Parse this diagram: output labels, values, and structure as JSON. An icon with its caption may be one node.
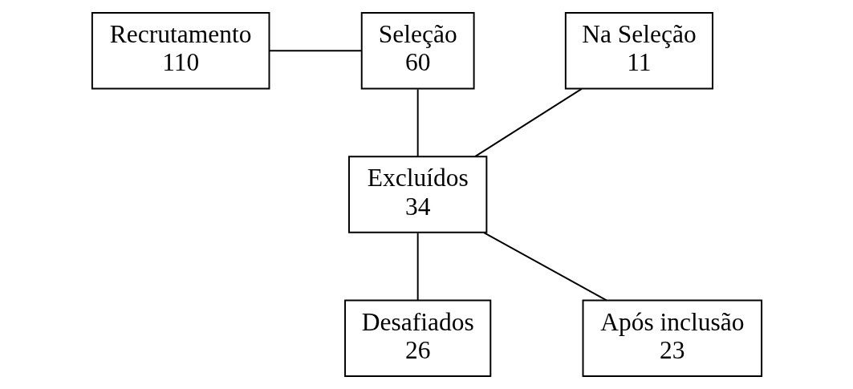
{
  "diagram": {
    "nodes": [
      {
        "text": [
          "Recrutamento",
          "110"
        ]
      },
      {
        "text": [
          "Seleção",
          "60"
        ]
      },
      {
        "text": [
          "Excluídos",
          "34"
        ]
      },
      {
        "text": [
          "Na Seleção",
          "11"
        ]
      },
      {
        "text": [
          "Após inclusão",
          "23"
        ]
      },
      {
        "text": [
          "Desafiados",
          "26"
        ]
      }
    ],
    "edges": [
      {
        "from": 0,
        "to": 1,
        "arrow": "none"
      },
      {
        "from": 1,
        "to": 2,
        "arrow": "none"
      },
      {
        "from": 2,
        "to": 3,
        "arrow": "none"
      },
      {
        "from": 2,
        "to": 4,
        "arrow": "none"
      },
      {
        "from": 2,
        "to": 5,
        "arrow": "none"
      }
    ]
  }
}
